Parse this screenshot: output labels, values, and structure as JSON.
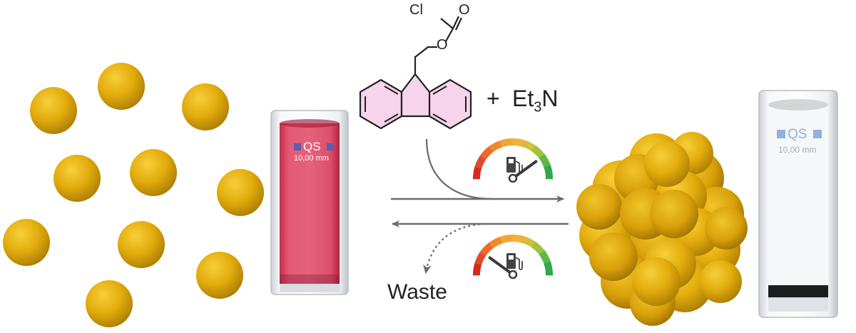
{
  "figure": {
    "reagent": {
      "atom_cl": "Cl",
      "atom_o_carbonyl": "O",
      "atom_o_ester": "O",
      "plus": "+",
      "base_prefix": "Et",
      "base_sub": "3",
      "base_suffix": "N"
    },
    "waste_label": "Waste",
    "cuvette_left": {
      "brand": "QS",
      "pathlength": "10,00 mm",
      "liquid_color": "#d9435f"
    },
    "cuvette_right": {
      "brand": "QS",
      "pathlength": "10,00 mm",
      "liquid_color": "#f4f4f4"
    },
    "particle_color": "#e2ac0c",
    "fuel_gauge_top": {
      "level": 0.8
    },
    "fuel_gauge_bottom": {
      "level": 0.2
    },
    "colors": {
      "aromatic_fill": "#f6d4ea",
      "arrow": "#6b6b6b"
    }
  }
}
